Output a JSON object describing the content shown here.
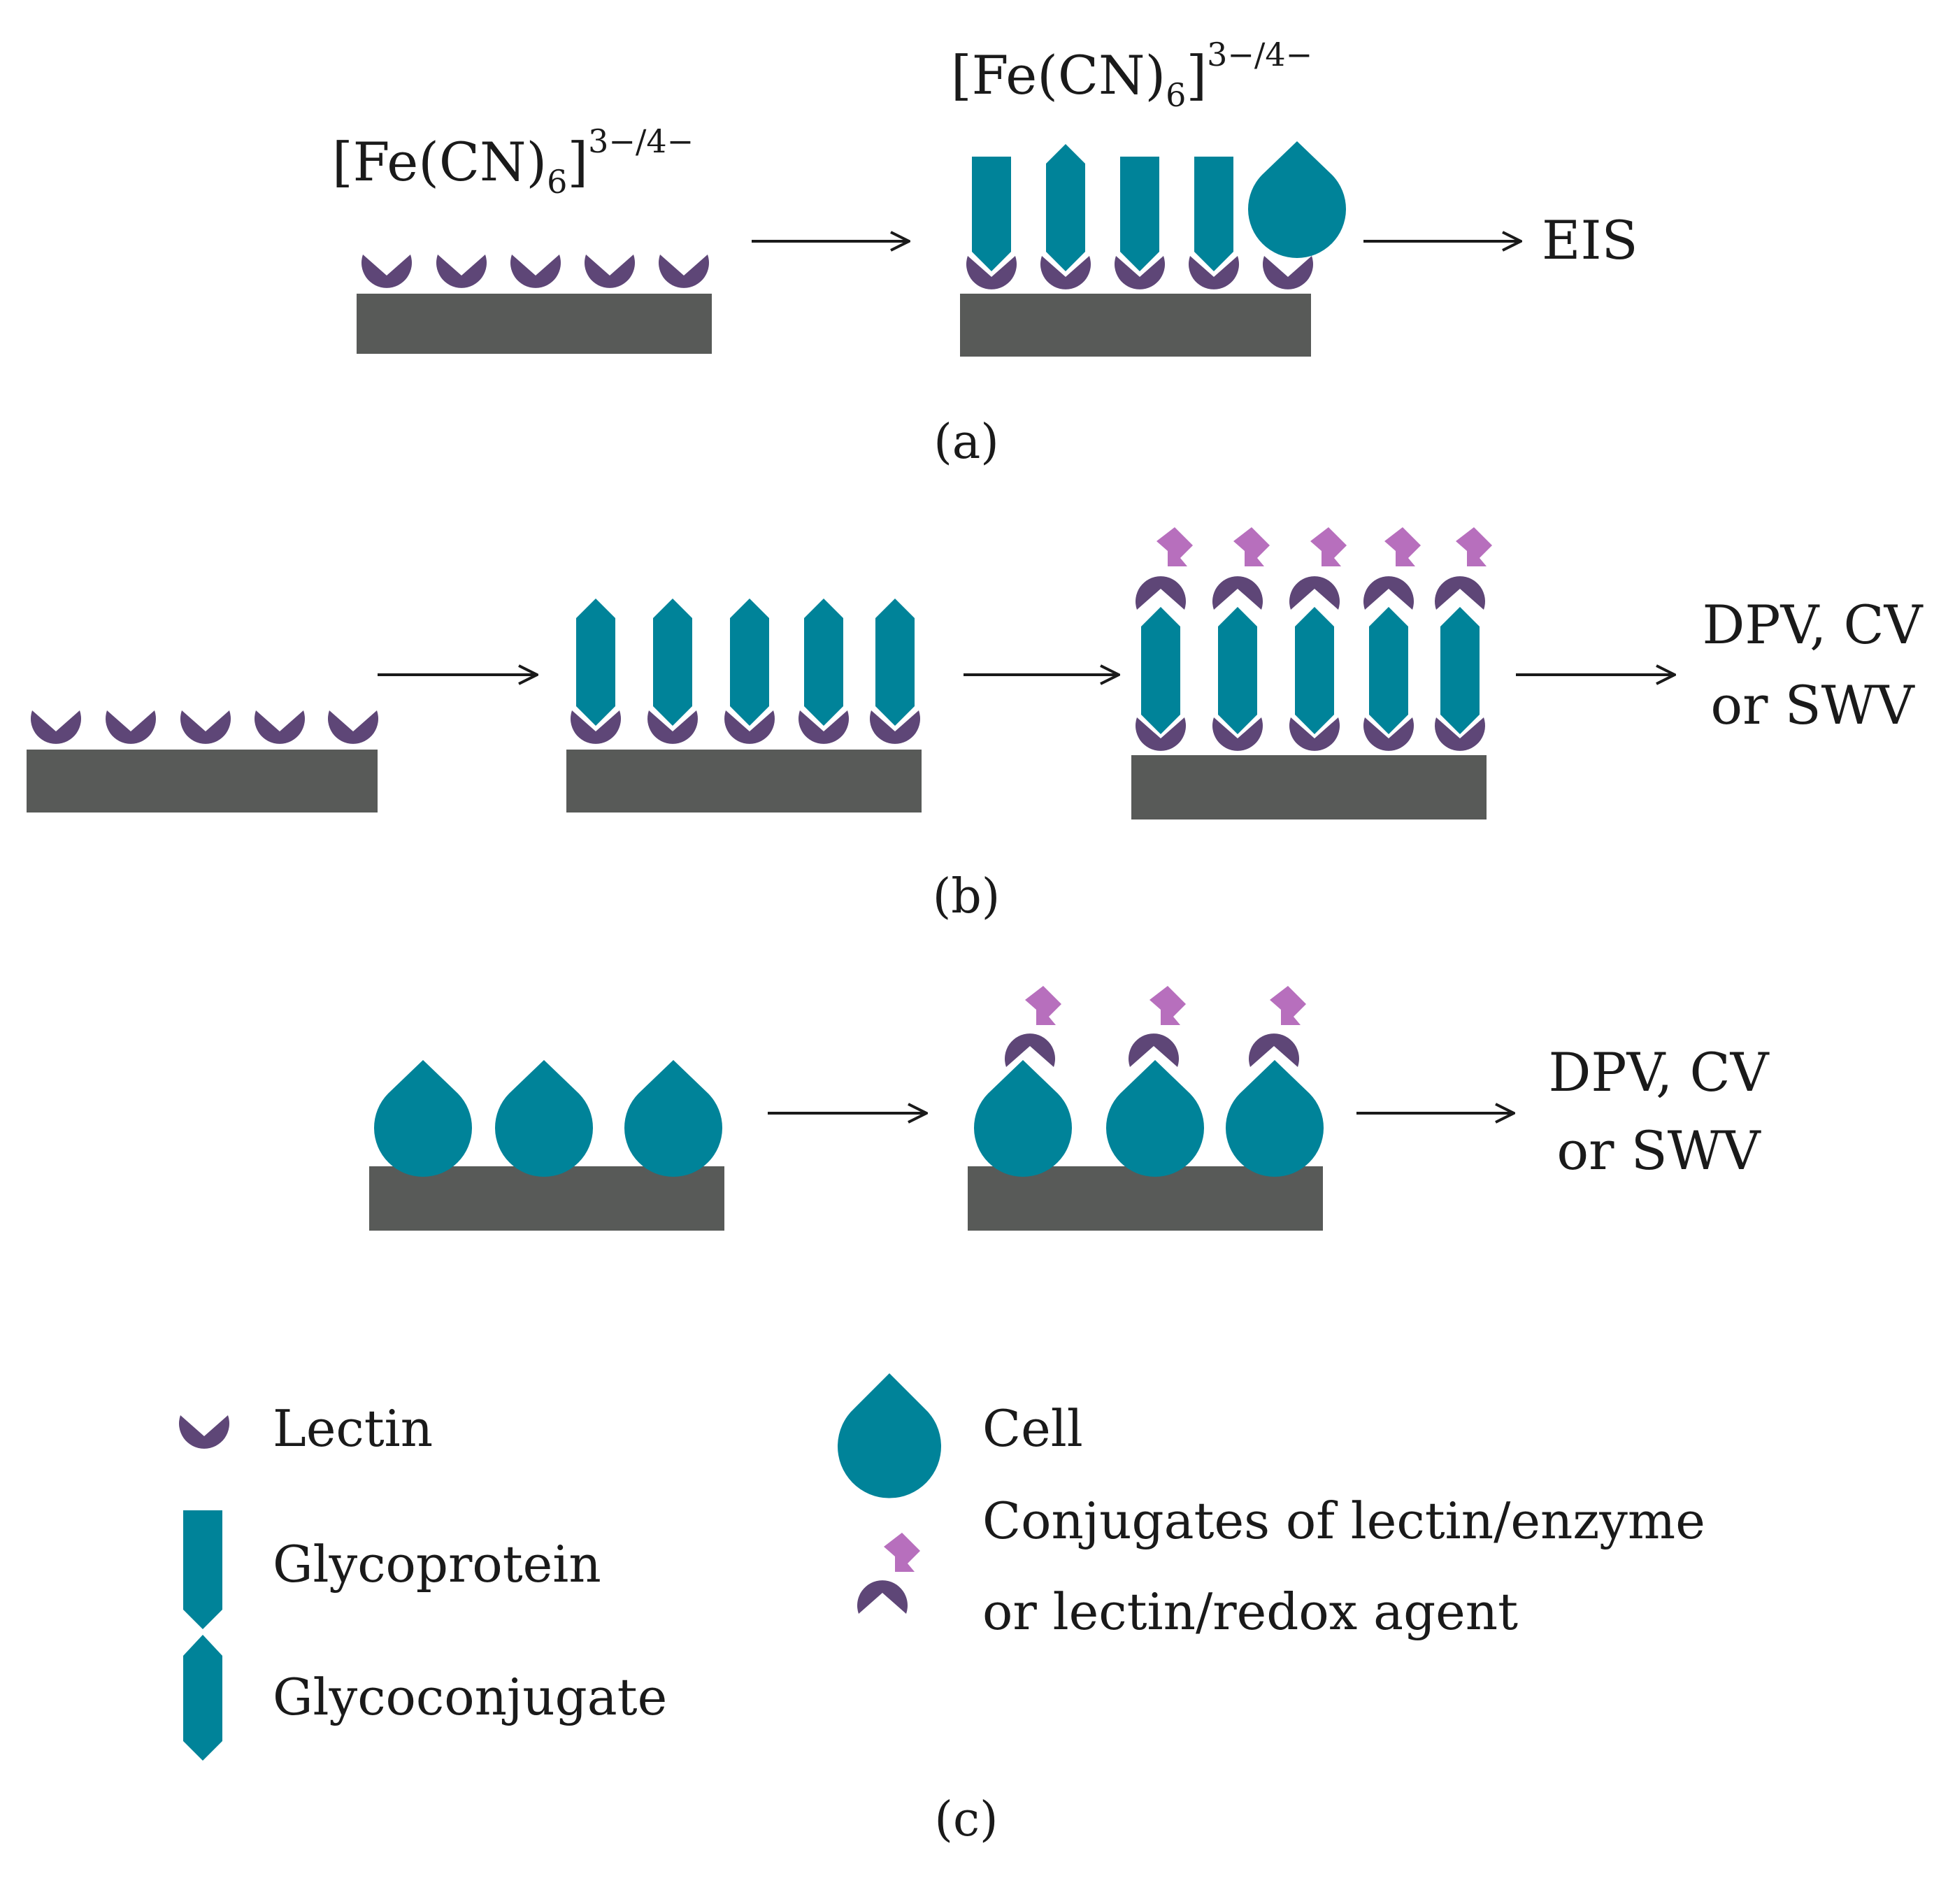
{
  "colors": {
    "electrode": "#585a58",
    "lectin": "#5e4677",
    "teal": "#008399",
    "conjugate_tag": "#b76fbd",
    "arrow": "#1a1a1a"
  },
  "panels": {
    "a": {
      "label": "(a)",
      "redox_label_1": {
        "main": "[Fe(CN)",
        "sub": "6",
        "close": "]",
        "sup": "3−/4−"
      },
      "redox_label_2": {
        "main": "[Fe(CN)",
        "sub": "6",
        "close": "]",
        "sup": "3−/4−"
      },
      "readout": "EIS"
    },
    "b": {
      "label": "(b)",
      "readout_line1": "DPV, CV",
      "readout_line2": "or SWV"
    },
    "c": {
      "label": "(c)",
      "readout_line1": "DPV, CV",
      "readout_line2": "or SWV"
    }
  },
  "legend": {
    "lectin": {
      "label": "Lectin",
      "icon": "lectin-icon"
    },
    "glycoprotein": {
      "label": "Glycoprotein",
      "icon": "glycoprotein-icon"
    },
    "glycoconjugate": {
      "label": "Glycoconjugate",
      "icon": "glycoconjugate-icon"
    },
    "cell": {
      "label": "Cell",
      "icon": "cell-icon"
    },
    "conjugates": {
      "line1": "Conjugates of lectin/enzyme",
      "line2": "or lectin/redox agent",
      "icon": "conjugate-icon"
    }
  }
}
